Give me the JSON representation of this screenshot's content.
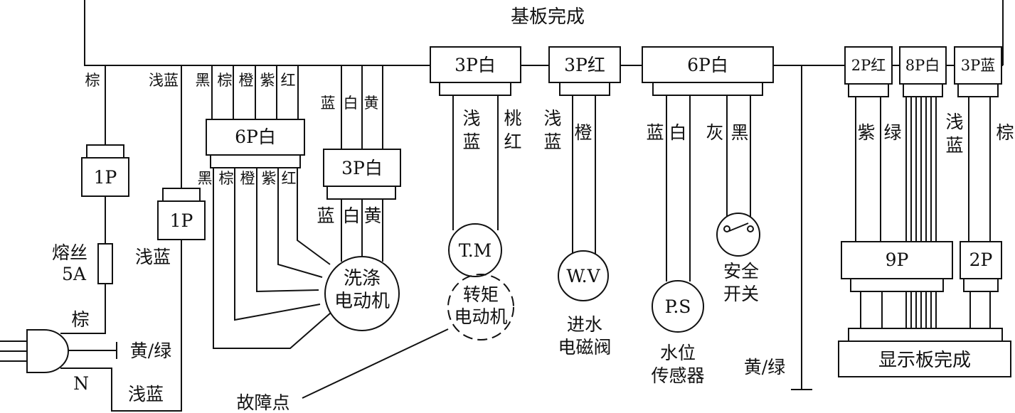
{
  "board": {
    "title": "基板完成",
    "connectors": {
      "c3p_white": "3P白",
      "c3p_red": "3P红",
      "c6p_white": "6P白",
      "c2p_red": "2P红",
      "c8p_white": "8P白",
      "c3p_blue": "3P蓝"
    }
  },
  "power": {
    "wire_brown_top": "棕",
    "wire_lightblue_top": "浅蓝",
    "conn_1p_a": "1P",
    "conn_1p_b": "1P",
    "fuse_line1": "熔丝",
    "fuse_line2": "5A",
    "lightblue_label": "浅蓝",
    "brown_bottom": "棕",
    "ground": "黄/绿",
    "neutral": "N",
    "lightblue_bottom": "浅蓝"
  },
  "wash_motor": {
    "wire_colors_top": [
      "黑",
      "棕",
      "橙",
      "紫",
      "红"
    ],
    "connector": "6P白",
    "wire_colors_bottom": [
      "黑",
      "棕",
      "橙",
      "紫",
      "红"
    ],
    "name_line1": "洗涤",
    "name_line2": "电动机"
  },
  "aux_3p": {
    "wire_colors_top": [
      "蓝",
      "白",
      "黄"
    ],
    "connector": "3P白",
    "wire_colors_bottom": [
      "蓝",
      "白",
      "黄"
    ]
  },
  "torque_motor": {
    "wire_a": [
      "浅",
      "蓝"
    ],
    "wire_b": [
      "桃",
      "红"
    ],
    "abbr": "T.M",
    "name_line1": "转矩",
    "name_line2": "电动机",
    "fault_label": "故障点"
  },
  "water_valve": {
    "wire_a": [
      "浅",
      "蓝"
    ],
    "wire_b": "橙",
    "abbr": "W.V",
    "name_line1": "进水",
    "name_line2": "电磁阀"
  },
  "pressure_sensor": {
    "wire_a": "蓝",
    "wire_b": "白",
    "abbr": "P.S",
    "name_line1": "水位",
    "name_line2": "传感器"
  },
  "safety_switch": {
    "wire_a": "灰",
    "wire_b": "黑",
    "name_line1": "安全",
    "name_line2": "开关"
  },
  "ground_right": "黄/绿",
  "display": {
    "wire_purple": "紫",
    "wire_green": "绿",
    "wire_lightblue": [
      "浅",
      "蓝"
    ],
    "wire_brown": "棕",
    "conn_9p": "9P",
    "conn_2p": "2P",
    "title": "显示板完成"
  }
}
